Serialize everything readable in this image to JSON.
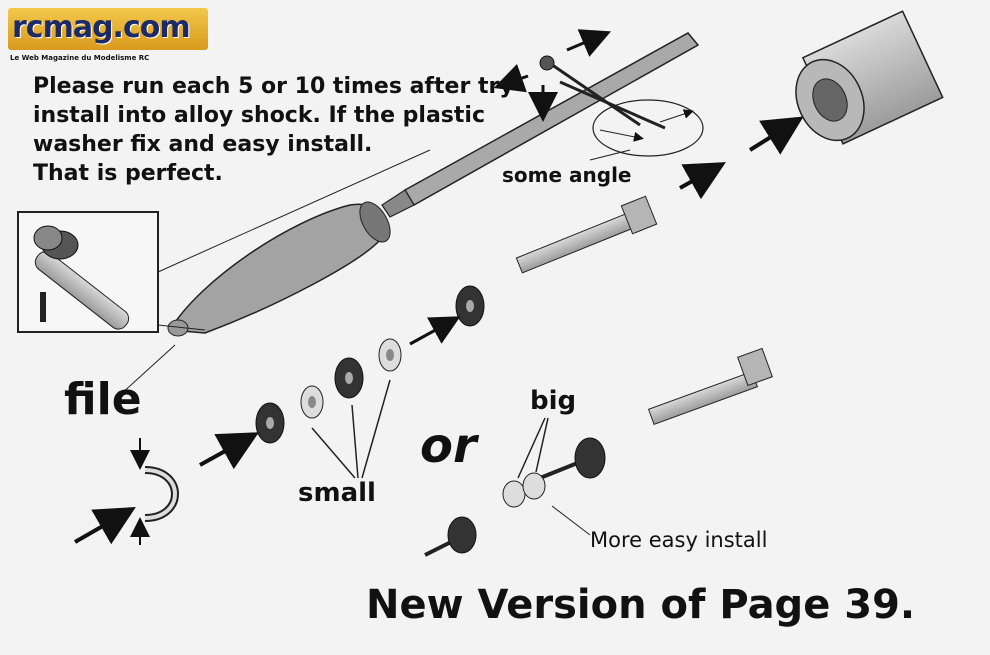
{
  "logo": {
    "name": "rcmag.com",
    "tagline": "Le Web Magazine du Modelisme RC"
  },
  "instructions": {
    "line1": "Please run each 5 or 10 times after try",
    "line2": "install into alloy shock. If the plastic",
    "line3": "washer fix and easy install.",
    "line4": "That is perfect."
  },
  "labels": {
    "some_angle": "some angle",
    "file": "file",
    "small": "small",
    "or": "or",
    "big": "big",
    "more_easy_install": "More easy install"
  },
  "footer": {
    "title": "New Version of Page 39."
  }
}
